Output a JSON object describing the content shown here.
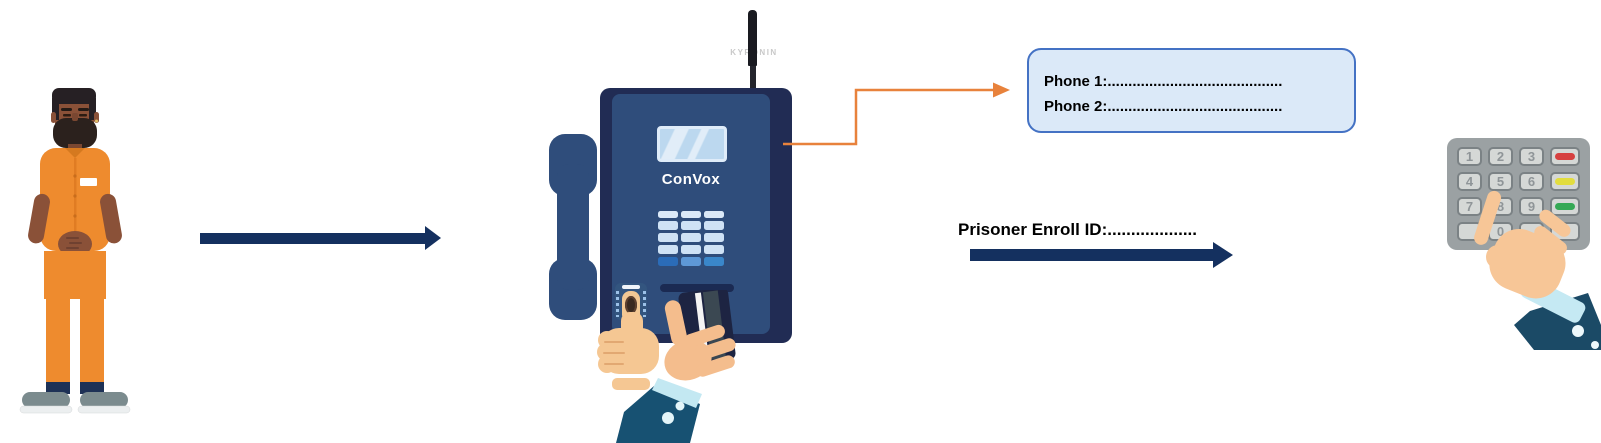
{
  "page": {
    "background": "#ffffff"
  },
  "phone": {
    "brand_label": "ConVox"
  },
  "antenna_photo": {
    "watermark": "KYRONIN"
  },
  "callout": {
    "line1": "Phone 1:..........................................",
    "line2": "Phone 2:.........................................."
  },
  "enroll": {
    "label": "Prisoner Enroll ID:..................."
  },
  "right_keypad": {
    "digits": [
      [
        "1",
        "2",
        "3"
      ],
      [
        "4",
        "5",
        "6"
      ],
      [
        "7",
        "8",
        "9"
      ],
      [
        "",
        "0",
        ""
      ]
    ],
    "side_buttons": [
      {
        "name": "red-indicator",
        "color": "#d64040"
      },
      {
        "name": "yellow-indicator",
        "color": "#e2dd3e"
      },
      {
        "name": "green-indicator",
        "color": "#35a955"
      },
      {
        "name": "blank",
        "color": ""
      }
    ]
  },
  "colors": {
    "arrow_navy": "#14305f",
    "connector_orange": "#e8823c",
    "phone_front": "#2f4d7b",
    "phone_back": "#212c54",
    "bubble_fill": "#dbe9f8",
    "bubble_border": "#4472c4",
    "panel_gray": "#9ba1a3",
    "jumpsuit_orange": "#ee8b2e",
    "left_keypad_bottom_row": [
      "#2b6cb8",
      "#5e98d6",
      "#3a87ca"
    ]
  }
}
